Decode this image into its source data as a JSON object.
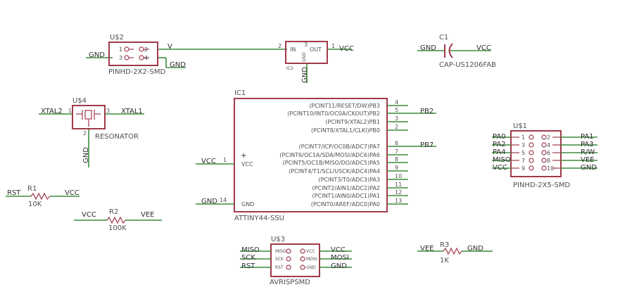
{
  "parts": {
    "u2": {
      "name": "U$2",
      "value": "PINHD-2X2-SMD",
      "pins": [
        "1",
        "2",
        "3",
        "4"
      ],
      "nets": [
        "GND",
        "V",
        "GND"
      ]
    },
    "ic2": {
      "name": "IC2",
      "pin_in": "IN",
      "pin_out": "OUT",
      "pin_gnd": "GND",
      "pin1": "2",
      "pin2": "1",
      "pin3": "3",
      "nets": [
        "VCC",
        "GND"
      ]
    },
    "c1": {
      "name": "C1",
      "value": "CAP-US1206FAB",
      "nets": [
        "GND",
        "VCC"
      ]
    },
    "ic1": {
      "name": "IC1",
      "value": "ATTINY44-SSU",
      "left_pins": [
        {
          "label": "VCC",
          "num": "1"
        },
        {
          "label": "GND",
          "num": "14"
        }
      ],
      "left_nets": [
        "VCC",
        "GND"
      ],
      "plus": "+",
      "right_pins": [
        {
          "label": "(PCINT11/RESET/DW)PB3",
          "num": "4"
        },
        {
          "label": "(PCINT10/INT0/OC0A/CKOUT)PB2",
          "num": "5"
        },
        {
          "label": "(PCINT9/XTAL2)PB1",
          "num": "3"
        },
        {
          "label": "(PCINT8/XTAL1/CLKI)PB0",
          "num": "2"
        },
        {
          "label": "(PCINT7/ICP/OC0B/ADC7)PA7",
          "num": "6"
        },
        {
          "label": "(PCINT6/OC1A/SDA/MOSI/ADC6)PA6",
          "num": "7"
        },
        {
          "label": "(PCINT5/OC1B/MISO/DO/ADC5)PA5",
          "num": "8"
        },
        {
          "label": "(PCINT4/T1/SCL/USCK/ADC4)PA4",
          "num": "9"
        },
        {
          "label": "(PCINT3/T0/ADC3)PA3",
          "num": "10"
        },
        {
          "label": "(PCINT2/AIN1/ADC2)PA2",
          "num": "11"
        },
        {
          "label": "(PCINT1/AIN0/ADC1)PA1",
          "num": "12"
        },
        {
          "label": "(PCINT0/AREF/ADC0)PA0",
          "num": "13"
        }
      ],
      "right_nets": [
        "PB2",
        "PB7"
      ]
    },
    "u4": {
      "name": "U$4",
      "value": "RESONATOR",
      "pins": [
        "1",
        "3",
        "2"
      ],
      "nets": [
        "XTAL2",
        "XTAL1",
        "GND"
      ]
    },
    "u1": {
      "name": "U$1",
      "value": "PINHD-2X5-SMD",
      "left_nets": [
        "PA0",
        "PA2",
        "PA4",
        "MISO",
        "VCC"
      ],
      "left_nums": [
        "1",
        "3",
        "5",
        "7",
        "9"
      ],
      "right_nums": [
        "2",
        "4",
        "6",
        "8",
        "10"
      ],
      "right_nets": [
        "PA1",
        "PA3",
        "R/W",
        "VEE",
        "GND"
      ]
    },
    "r1": {
      "name": "R1",
      "value": "10K",
      "nets": [
        "RST",
        "VCC"
      ]
    },
    "r2": {
      "name": "R2",
      "value": "100K",
      "nets": [
        "VCC",
        "VEE"
      ]
    },
    "u3": {
      "name": "U$3",
      "value": "AVRISPSMD",
      "left_nets": [
        "MISO",
        "SCK",
        "RST"
      ],
      "left_pins": [
        "MISO",
        "SCK",
        "RST"
      ],
      "right_pins": [
        "VCC",
        "MOSI",
        "GND"
      ],
      "right_nets": [
        "VCC",
        "MOSI",
        "GND"
      ]
    },
    "r3": {
      "name": "R3",
      "value": "1K",
      "nets": [
        "VEE",
        "GND"
      ]
    }
  },
  "colors": {
    "wire": "#3c8c3c",
    "body": "#a03a4a",
    "text": "#505050"
  }
}
